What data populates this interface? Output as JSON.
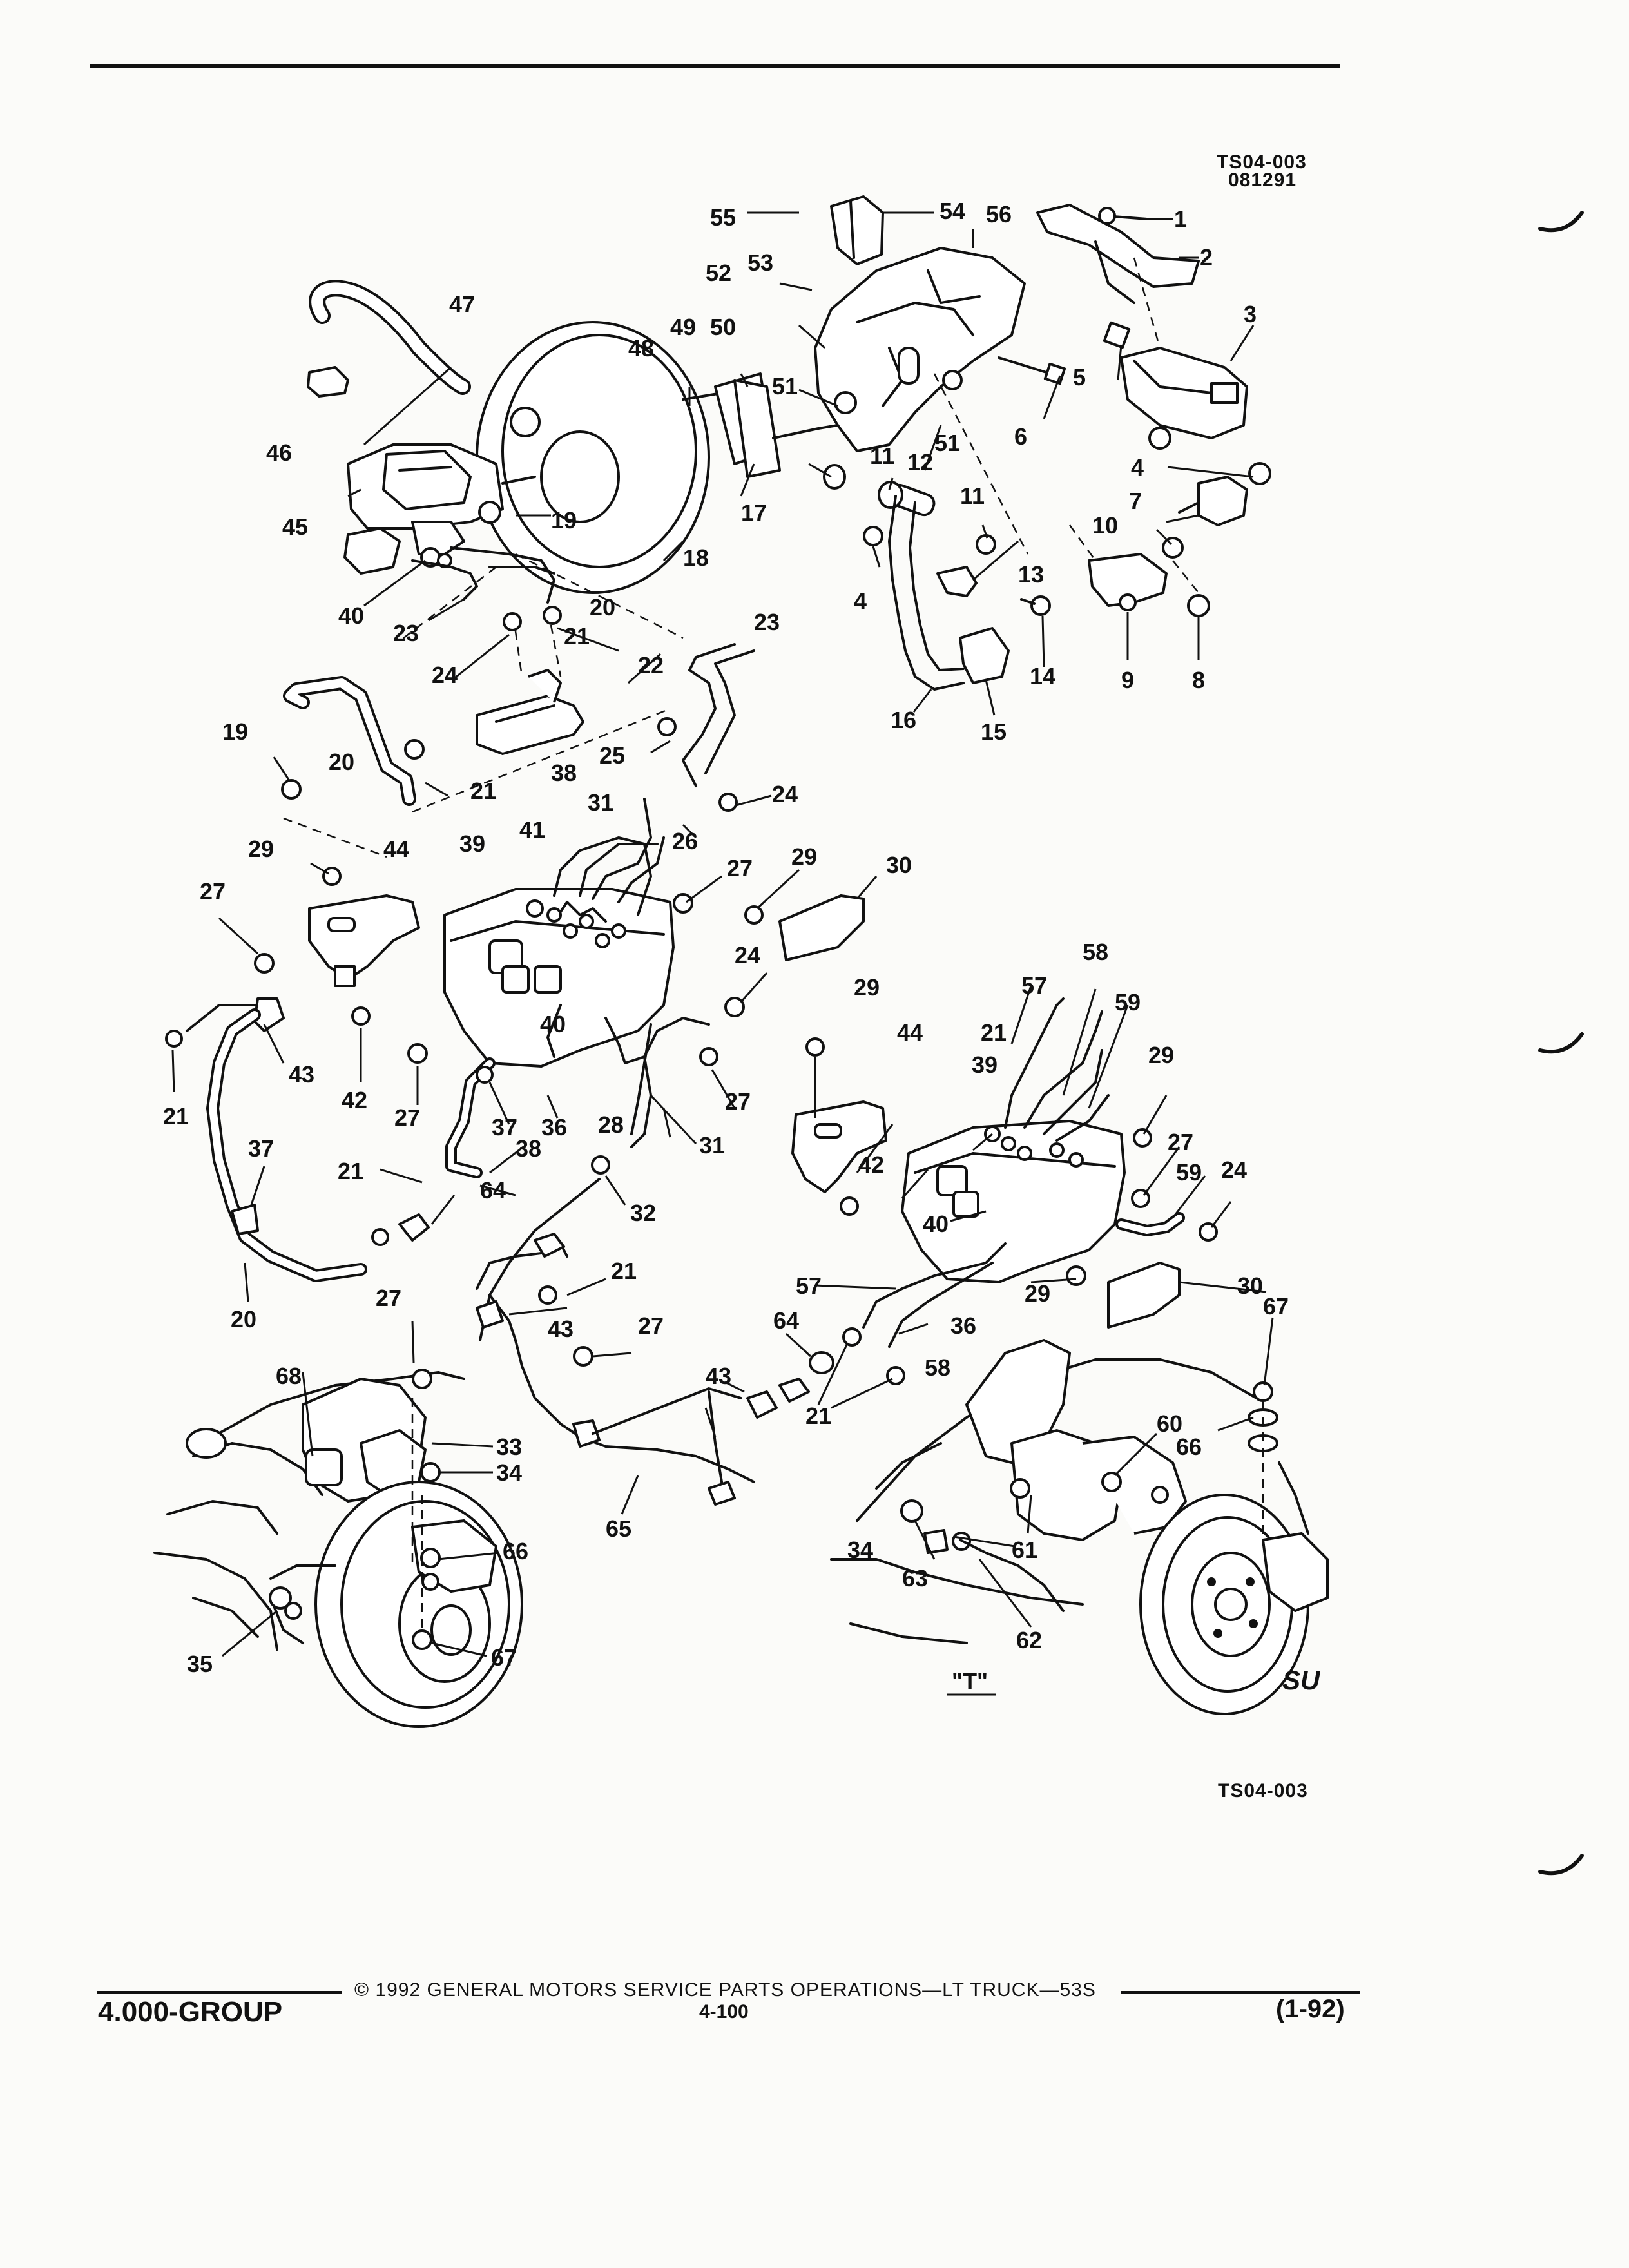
{
  "header": {
    "figure_code": "TS04-003",
    "date_code": "081291"
  },
  "diagram": {
    "callouts": [
      "1",
      "2",
      "3",
      "4",
      "5",
      "6",
      "7",
      "8",
      "9",
      "10",
      "11",
      "12",
      "13",
      "14",
      "15",
      "16",
      "17",
      "18",
      "19",
      "20",
      "21",
      "22",
      "23",
      "24",
      "25",
      "26",
      "27",
      "28",
      "29",
      "30",
      "31",
      "32",
      "33",
      "34",
      "35",
      "36",
      "37",
      "38",
      "39",
      "40",
      "41",
      "42",
      "43",
      "44",
      "45",
      "46",
      "47",
      "48",
      "49",
      "50",
      "51",
      "52",
      "53",
      "54",
      "55",
      "56",
      "57",
      "58",
      "59",
      "60",
      "61",
      "62",
      "63",
      "64",
      "65",
      "66",
      "67",
      "68"
    ],
    "view_label": "\"T\"",
    "logo_text": "SU"
  },
  "figure_code_bottom": "TS04-003",
  "footer": {
    "copyright": "© 1992 GENERAL MOTORS SERVICE PARTS OPERATIONS—LT TRUCK—53S",
    "group": "4.000-GROUP",
    "page": "4-100",
    "revision": "(1-92)"
  }
}
